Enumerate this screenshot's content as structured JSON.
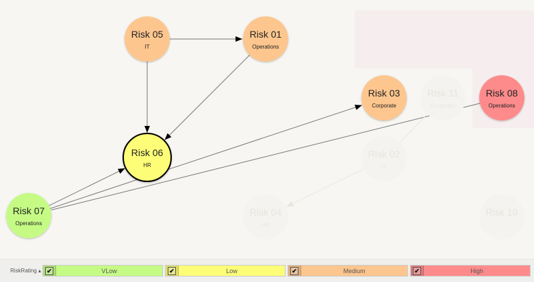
{
  "nodes": [
    {
      "id": "r05",
      "title": "Risk 05",
      "sub": "IT",
      "rating": "Medium",
      "active": true
    },
    {
      "id": "r01",
      "title": "Risk 01",
      "sub": "Operations",
      "rating": "Medium",
      "active": true
    },
    {
      "id": "r06",
      "title": "Risk 06",
      "sub": "HR",
      "rating": "Low",
      "active": true,
      "selected": true
    },
    {
      "id": "r07",
      "title": "Risk 07",
      "sub": "Operations",
      "rating": "VLow",
      "active": true
    },
    {
      "id": "r03",
      "title": "Risk 03",
      "sub": "Corporate",
      "rating": "Medium",
      "active": true
    },
    {
      "id": "r08",
      "title": "Risk 08",
      "sub": "Operations",
      "rating": "High",
      "active": true
    },
    {
      "id": "r11",
      "title": "Risk 11",
      "sub": "Corporate",
      "active": false
    },
    {
      "id": "r02",
      "title": "Risk 02",
      "sub": "IT",
      "active": false
    },
    {
      "id": "r04",
      "title": "Risk 04",
      "sub": "HR",
      "active": false
    },
    {
      "id": "r10",
      "title": "Risk 10",
      "sub": "",
      "active": false
    }
  ],
  "edges": [
    {
      "from": "r05",
      "to": "r01",
      "arrow": true
    },
    {
      "from": "r05",
      "to": "r06",
      "arrow": true
    },
    {
      "from": "r01",
      "to": "r06",
      "arrow": true
    },
    {
      "from": "r07",
      "to": "r06",
      "arrow": true
    },
    {
      "from": "r07",
      "to": "r03",
      "arrow": true
    },
    {
      "from": "r08",
      "to": "r07",
      "arrow": false
    },
    {
      "from": "r02",
      "to": "r04",
      "arrow": true,
      "faded": true
    },
    {
      "from": "r02",
      "to": "r11",
      "arrow": false,
      "faded": true
    }
  ],
  "legend": {
    "title": "RiskRating ▴",
    "items": [
      {
        "label": "VLow",
        "color": "#c5fb85",
        "checked": true
      },
      {
        "label": "Low",
        "color": "#fdfd78",
        "checked": true
      },
      {
        "label": "Medium",
        "color": "#fdc68e",
        "checked": true
      },
      {
        "label": "High",
        "color": "#fd8b8b",
        "checked": true
      }
    ]
  },
  "colors": {
    "VLow": "#c5fb85",
    "Low": "#fdfd78",
    "Medium": "#fdc68e",
    "High": "#fd8b8b"
  }
}
